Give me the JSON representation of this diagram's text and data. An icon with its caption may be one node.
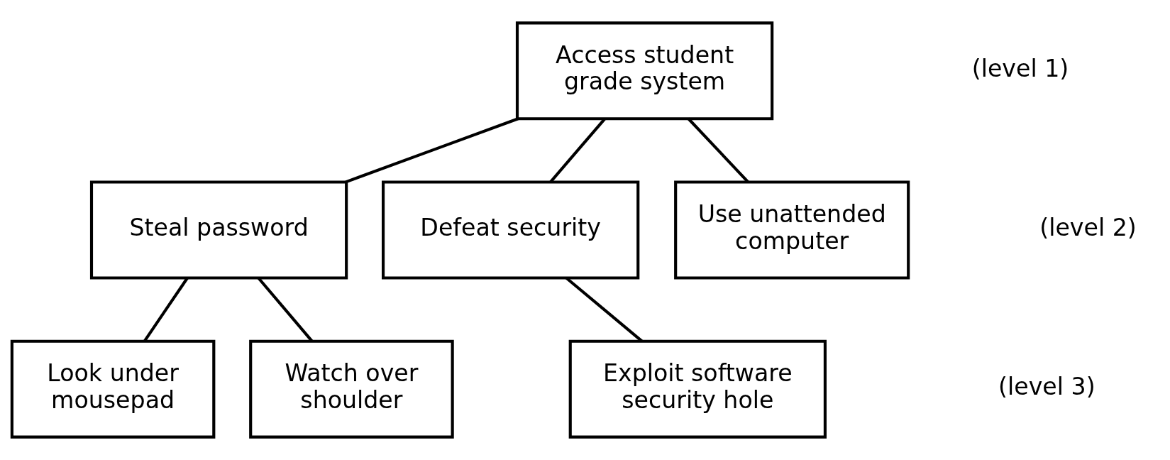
{
  "diagram": {
    "nodes": [
      {
        "text": [
          "Access student grade system"
        ]
      },
      {
        "text": [
          "Steal password"
        ]
      },
      {
        "text": [
          "Defeat security"
        ]
      },
      {
        "text": [
          "Use unattended computer"
        ]
      },
      {
        "text": [
          "Look under mousepad"
        ]
      },
      {
        "text": [
          "Watch over shoulder"
        ]
      },
      {
        "text": [
          "Exploit software security hole"
        ]
      }
    ],
    "edges": [
      {
        "from": 0,
        "to": 1,
        "arrow": "none"
      },
      {
        "from": 0,
        "to": 2,
        "arrow": "none"
      },
      {
        "from": 0,
        "to": 3,
        "arrow": "none"
      },
      {
        "from": 1,
        "to": 4,
        "arrow": "none"
      },
      {
        "from": 1,
        "to": 5,
        "arrow": "none"
      },
      {
        "from": 2,
        "to": 6,
        "arrow": "none"
      }
    ],
    "labels": [
      "(level 1)",
      "(level 2)",
      "(level 3)"
    ]
  }
}
